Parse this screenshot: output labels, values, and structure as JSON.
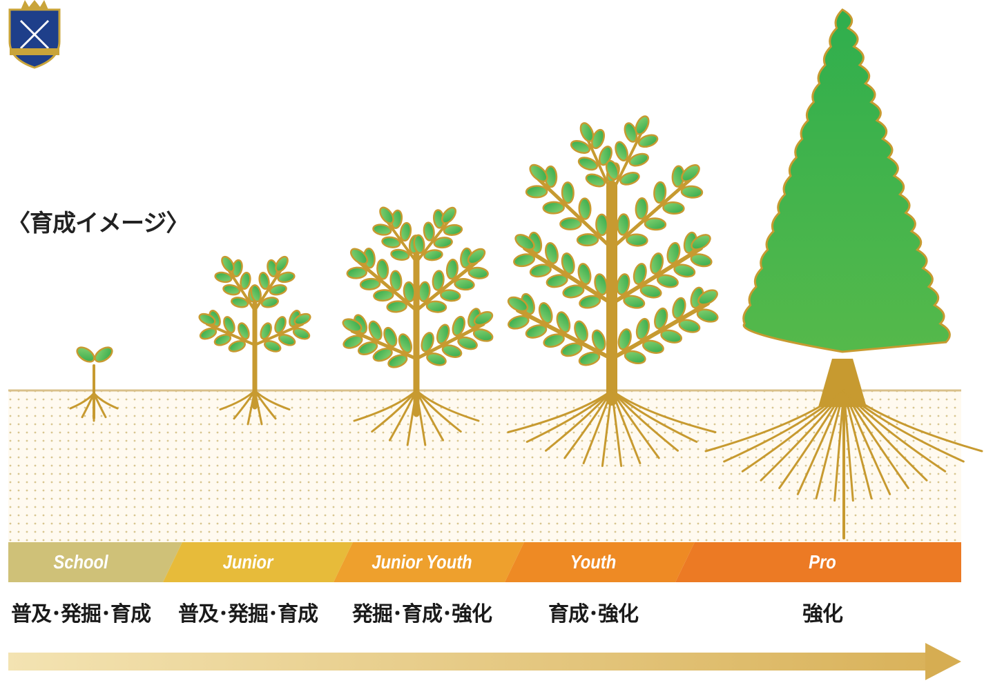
{
  "title": "〈育成イメージ〉",
  "stages": [
    {
      "label": "School",
      "caption": "普及･発掘･育成",
      "color": "#cfc178"
    },
    {
      "label": "Junior",
      "caption": "普及･発掘･育成",
      "color": "#e7bb3a"
    },
    {
      "label": "Junior Youth",
      "caption": "発掘･育成･強化",
      "color": "#eea02d"
    },
    {
      "label": "Youth",
      "caption": "育成･強化",
      "color": "#ee8a24"
    },
    {
      "label": "Pro",
      "caption": "強化",
      "color": "#ec7a24"
    }
  ],
  "colors": {
    "trunk": "#c79a30",
    "leaf": "#45b54a",
    "soil_dot": "#d4c08a",
    "arrow": "#e2c97c",
    "crest": "#1e3f8a"
  },
  "icons": {
    "crest": "club-crest-icon",
    "arrow": "growth-arrow"
  }
}
